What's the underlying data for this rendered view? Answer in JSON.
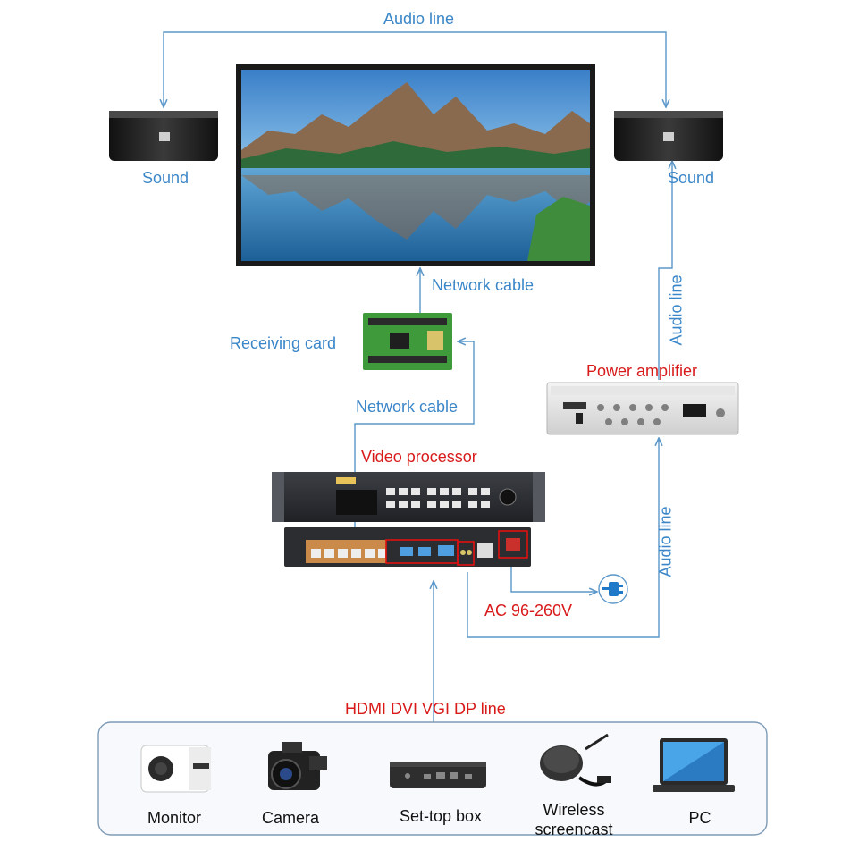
{
  "labels": {
    "audio_line_top": "Audio line",
    "sound_left": "Sound",
    "sound_right": "Sound",
    "network_cable_upper": "Network cable",
    "receiving_card": "Receiving card",
    "network_cable_lower": "Network cable",
    "audio_line_right_upper": "Audio line",
    "power_amplifier": "Power amplifier",
    "video_processor": "Video processor",
    "audio_line_right_lower": "Audio line",
    "ac_voltage": "AC 96-260V",
    "signal_line": "HDMI DVI VGI DP line"
  },
  "sources": [
    {
      "label": "Monitor"
    },
    {
      "label": "Camera"
    },
    {
      "label": "Set-top box"
    },
    {
      "label": "Wireless screencast"
    },
    {
      "label": "PC"
    }
  ],
  "colors": {
    "line": "#5b97c9",
    "label_blue": "#3a86c8",
    "label_red": "#d81a1a",
    "highlight": "#e01010"
  }
}
